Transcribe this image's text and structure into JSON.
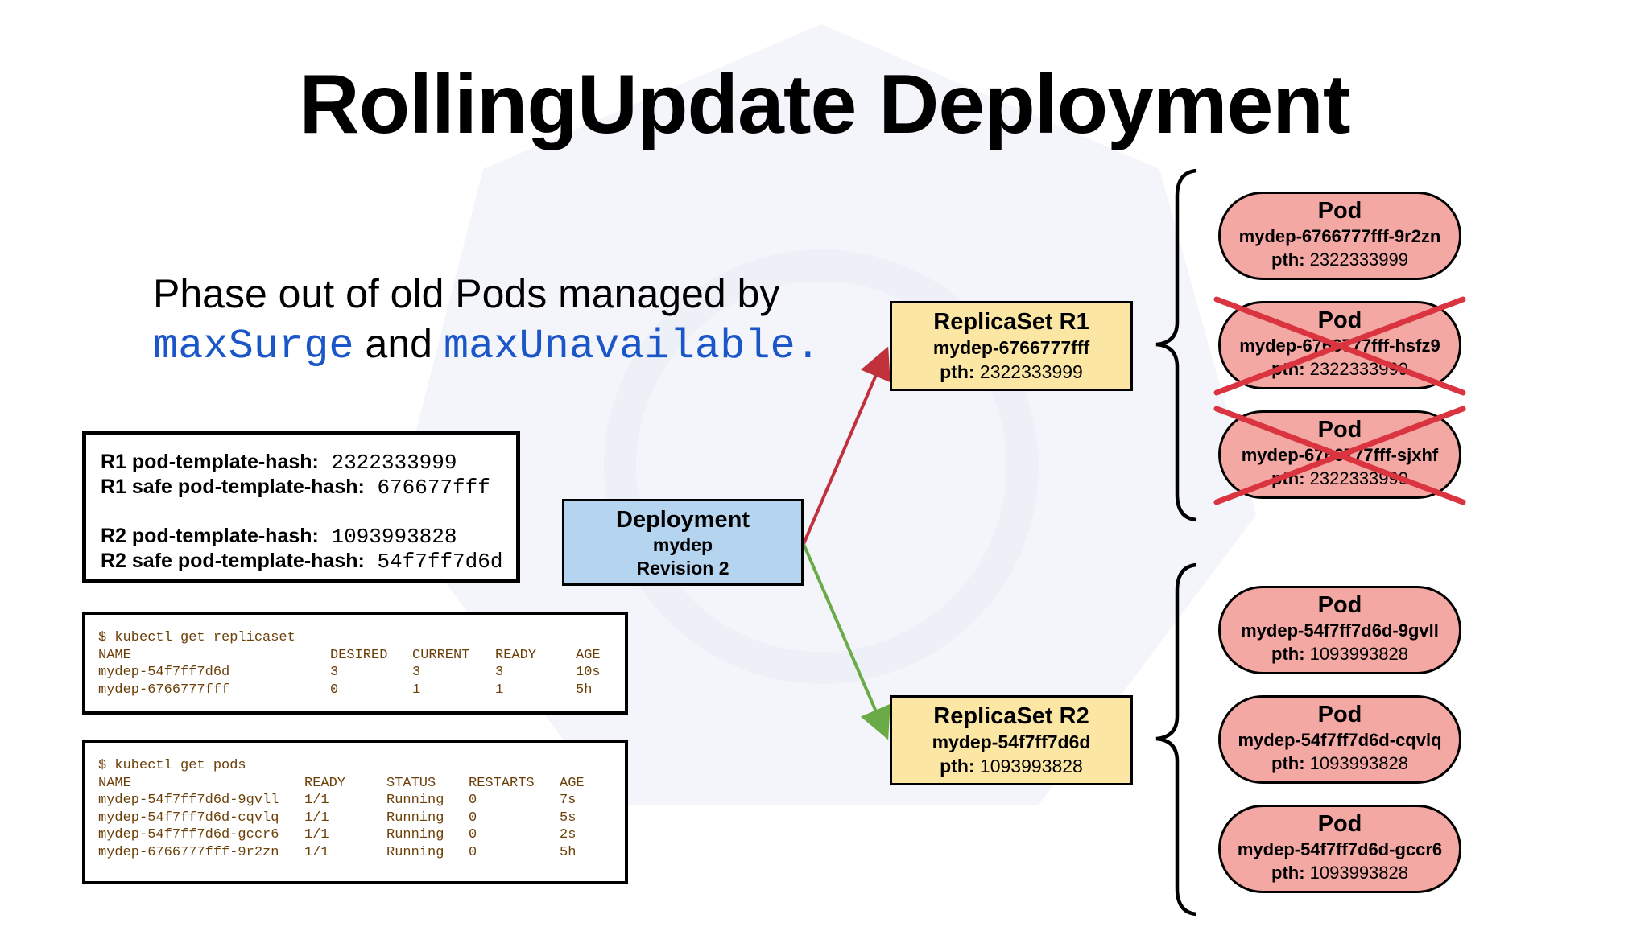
{
  "title": "RollingUpdate Deployment",
  "subtitle": {
    "line1": "Phase out of old Pods managed by",
    "code1": "maxSurge",
    "and": " and ",
    "code2": "maxUnavailable."
  },
  "hash_box": {
    "r1_label": "R1 pod-template-hash:",
    "r1_value": " 2322333999",
    "r1_safe_label": "R1 safe pod-template-hash:",
    "r1_safe_value": " 676677fff",
    "r2_label": "R2 pod-template-hash:",
    "r2_value": " 1093993828",
    "r2_safe_label": "R2 safe pod-template-hash:",
    "r2_safe_value": " 54f7ff7d6d"
  },
  "replicaset_terminal": {
    "command": "$ kubectl get replicaset",
    "headers": [
      "NAME",
      "DESIRED",
      "CURRENT",
      "READY",
      "AGE"
    ],
    "rows": [
      [
        "mydep-54f7ff7d6d",
        "3",
        "3",
        "3",
        "10s"
      ],
      [
        "mydep-6766777fff",
        "0",
        "1",
        "1",
        "5h"
      ]
    ]
  },
  "pods_terminal": {
    "command": "$ kubectl get pods",
    "headers": [
      "NAME",
      "READY",
      "STATUS",
      "RESTARTS",
      "AGE"
    ],
    "rows": [
      [
        "mydep-54f7ff7d6d-9gvll",
        "1/1",
        "Running",
        "0",
        "7s"
      ],
      [
        "mydep-54f7ff7d6d-cqvlq",
        "1/1",
        "Running",
        "0",
        "5s"
      ],
      [
        "mydep-54f7ff7d6d-gccr6",
        "1/1",
        "Running",
        "0",
        "2s"
      ],
      [
        "mydep-6766777fff-9r2zn",
        "1/1",
        "Running",
        "0",
        "5h"
      ]
    ]
  },
  "deployment": {
    "title": "Deployment",
    "name": "mydep",
    "revision": "Revision 2"
  },
  "replicasets": [
    {
      "title": "ReplicaSet R1",
      "name": "mydep-6766777fff",
      "pth_label": "pth:",
      "pth_value": " 2322333999"
    },
    {
      "title": "ReplicaSet R2",
      "name": "mydep-54f7ff7d6d",
      "pth_label": "pth:",
      "pth_value": " 1093993828"
    }
  ],
  "pods": [
    {
      "title": "Pod",
      "name": "mydep-6766777fff-9r2zn",
      "pth_label": "pth:",
      "pth_value": " 2322333999",
      "crossed": false
    },
    {
      "title": "Pod",
      "name": "mydep-6766777fff-hsfz9",
      "pth_label": "pth:",
      "pth_value": " 2322333999",
      "crossed": true
    },
    {
      "title": "Pod",
      "name": "mydep-6766777fff-sjxhf",
      "pth_label": "pth:",
      "pth_value": " 2322333999",
      "crossed": true
    },
    {
      "title": "Pod",
      "name": "mydep-54f7ff7d6d-9gvll",
      "pth_label": "pth:",
      "pth_value": " 1093993828",
      "crossed": false
    },
    {
      "title": "Pod",
      "name": "mydep-54f7ff7d6d-cqvlq",
      "pth_label": "pth:",
      "pth_value": " 1093993828",
      "crossed": false
    },
    {
      "title": "Pod",
      "name": "mydep-54f7ff7d6d-gccr6",
      "pth_label": "pth:",
      "pth_value": " 1093993828",
      "crossed": false
    }
  ],
  "colors": {
    "arrow_to_r1": "#c0313c",
    "arrow_to_r2": "#6aab47",
    "cross": "#d9343f",
    "pod_fill": "#f4a8a4",
    "replicaset_fill": "#fbe6a4",
    "deployment_fill": "#b5d4f0",
    "code_blue": "#1a56c8"
  }
}
